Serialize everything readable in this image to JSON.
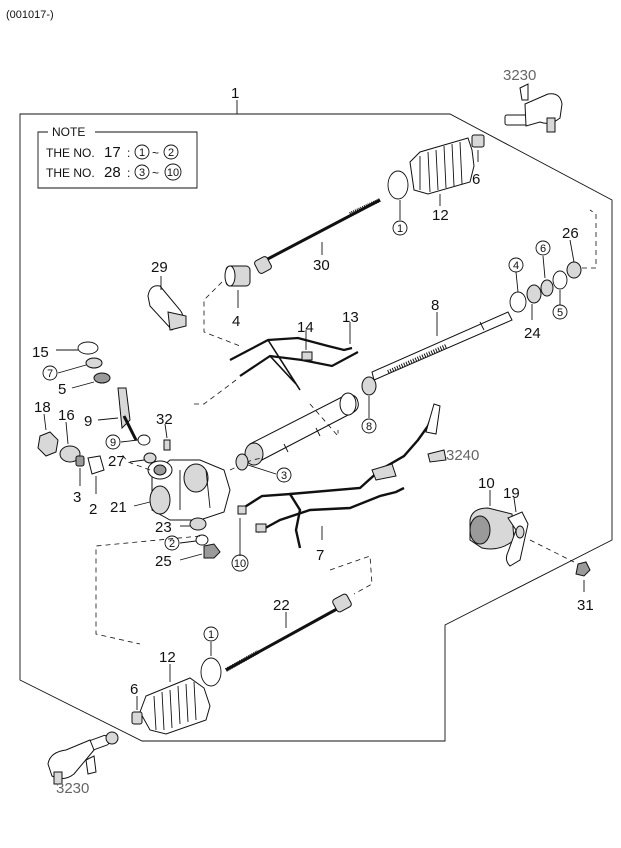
{
  "header": {
    "code": "(001017-)"
  },
  "note": {
    "title": "NOTE",
    "line1": {
      "prefix": "THE NO.",
      "number": "17",
      "sep": ":",
      "from": "1",
      "tilde": "~",
      "to": "2"
    },
    "line2": {
      "prefix": "THE NO.",
      "number": "28",
      "sep": ":",
      "from": "3",
      "tilde": "~",
      "to": "10"
    }
  },
  "labels": {
    "assembly": "1",
    "tie_rod_end_top": "3230",
    "tie_rod_end_bottom": "3230",
    "p12_top": "12",
    "p6_top": "6",
    "p30": "30",
    "p29": "29",
    "p4_left": "4",
    "p26": "26",
    "p24": "24",
    "p8": "8",
    "p14": "14",
    "p13": "13",
    "p15": "15",
    "p5_left": "5",
    "p18": "18",
    "p16": "16",
    "p9": "9",
    "p32": "32",
    "p27": "27",
    "p3": "3",
    "p2": "2",
    "p21": "21",
    "p23": "23",
    "p25": "25",
    "p7": "7",
    "p3240": "3240",
    "p10": "10",
    "p19": "19",
    "p31": "31",
    "p22": "22",
    "p12_bottom": "12",
    "p6_bottom": "6"
  },
  "circled": {
    "c1_top": "1",
    "c4_right": "4",
    "c6_right": "6",
    "c5_right": "5",
    "c7": "7",
    "c9": "9",
    "c8": "8",
    "c3": "3",
    "c2": "2",
    "c10": "10",
    "c1_bottom": "1"
  }
}
